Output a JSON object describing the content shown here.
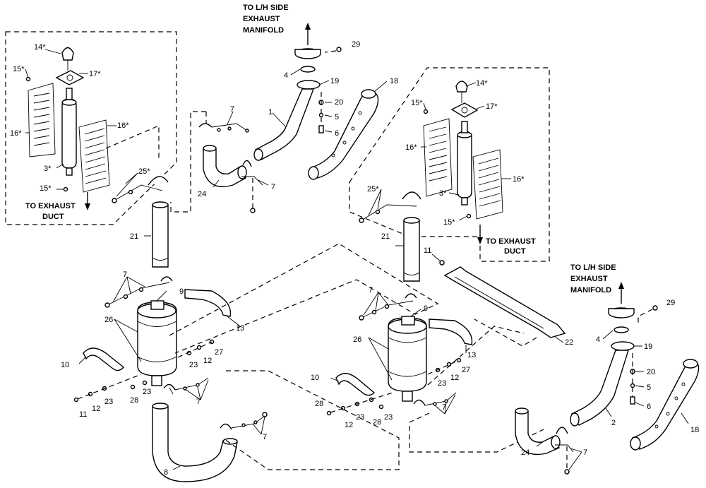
{
  "callouts": {
    "n1": "1",
    "n2": "2",
    "n3": "3*",
    "n4": "4",
    "n5": "5",
    "n6": "6",
    "n7": "7",
    "n8": "8",
    "n9": "9",
    "n10": "10",
    "n11": "11",
    "n12": "12",
    "n13": "13",
    "n14": "14*",
    "n15": "15*",
    "n16": "16*",
    "n17": "17*",
    "n18": "18",
    "n19": "19",
    "n20": "20",
    "n21": "21",
    "n22": "22",
    "n23": "23",
    "n24": "24",
    "n25": "25*",
    "n26": "26",
    "n27": "27",
    "n28": "28",
    "n29": "29"
  },
  "captions": {
    "to_lh_line1": "TO L/H SIDE",
    "to_lh_line2": "EXHAUST",
    "to_lh_line3": "MANIFOLD",
    "to_duct_line1": "TO EXHAUST",
    "to_duct_line2": "DUCT"
  }
}
